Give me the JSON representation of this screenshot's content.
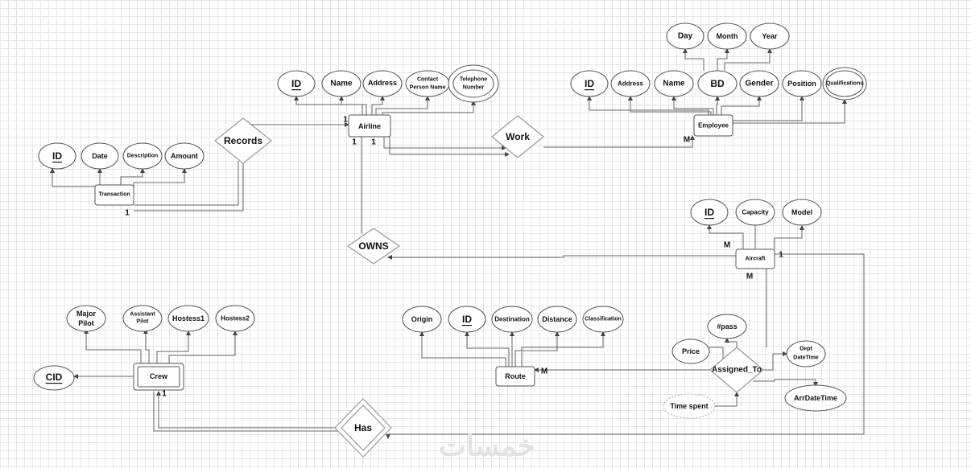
{
  "entities": {
    "airline": "Airline",
    "employee": "Employee",
    "transaction": "Transaction",
    "aircraft": "Aircraft",
    "route": "Route",
    "crew": "Crew"
  },
  "relationships": {
    "records": "Records",
    "work": "Work",
    "owns": "OWNS",
    "assigned_to": "Assigned_To",
    "has": "Has"
  },
  "airline_attrs": {
    "id": "ID",
    "name": "Name",
    "address": "Address",
    "contact_1": "Contact",
    "contact_2": "Person Name",
    "tel_1": "Telephone",
    "tel_2": "Number"
  },
  "employee_attrs": {
    "id": "ID",
    "address": "Address",
    "name": "Name",
    "bd": "BD",
    "gender": "Gender",
    "position": "Position",
    "qualifications": "Qualifications",
    "day": "Day",
    "month": "Month",
    "year": "Year"
  },
  "transaction_attrs": {
    "id": "ID",
    "date": "Date",
    "description": "Description",
    "amount": "Amount"
  },
  "aircraft_attrs": {
    "id": "ID",
    "capacity": "Capacity",
    "model": "Model"
  },
  "route_attrs": {
    "origin": "Origin",
    "id": "ID",
    "destination": "Destination",
    "distance": "Distance",
    "classification": "Classification"
  },
  "assigned_attrs": {
    "pass": "#pass",
    "price": "Price",
    "dept_1": "Dept",
    "dept_2": "DateTime",
    "arr": "ArrDateTime",
    "time_spent": "Time spent"
  },
  "crew_attrs": {
    "major_1": "Major",
    "major_2": "Pilot",
    "assistant_1": "Assistant",
    "assistant_2": "Pilot",
    "hostess1": "Hostess1",
    "hostess2": "Hostess2",
    "cid": "CID"
  },
  "cardinalities": {
    "airline_records": "1",
    "airline_owns": "1",
    "airline_work": "1",
    "employee_work": "M",
    "transaction_records": "1",
    "aircraft_owns": "M",
    "aircraft_assigned": "M",
    "aircraft_has": "1",
    "route_assigned": "M",
    "crew_has": "1"
  },
  "watermark": "خمسات"
}
